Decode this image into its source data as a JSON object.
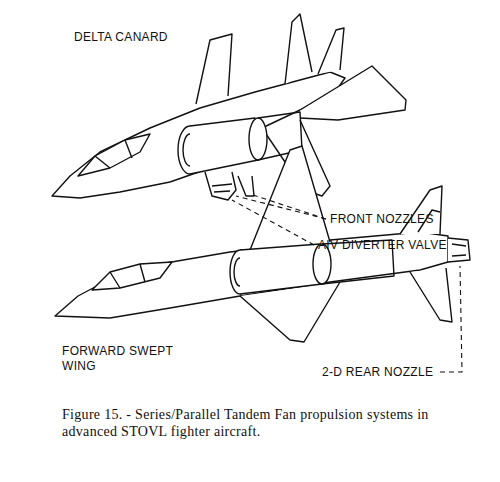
{
  "diagram": {
    "caption": "Figure 15. - Series/Parallel Tandem Fan propulsion systems in advanced STOVL fighter aircraft.",
    "labels": [
      "DELTA CANARD",
      "FRONT NOZZLES",
      "AIV DIVERTER VALVE",
      "FORWARD SWEPT WING",
      "2-D REAR NOZZLE"
    ]
  }
}
